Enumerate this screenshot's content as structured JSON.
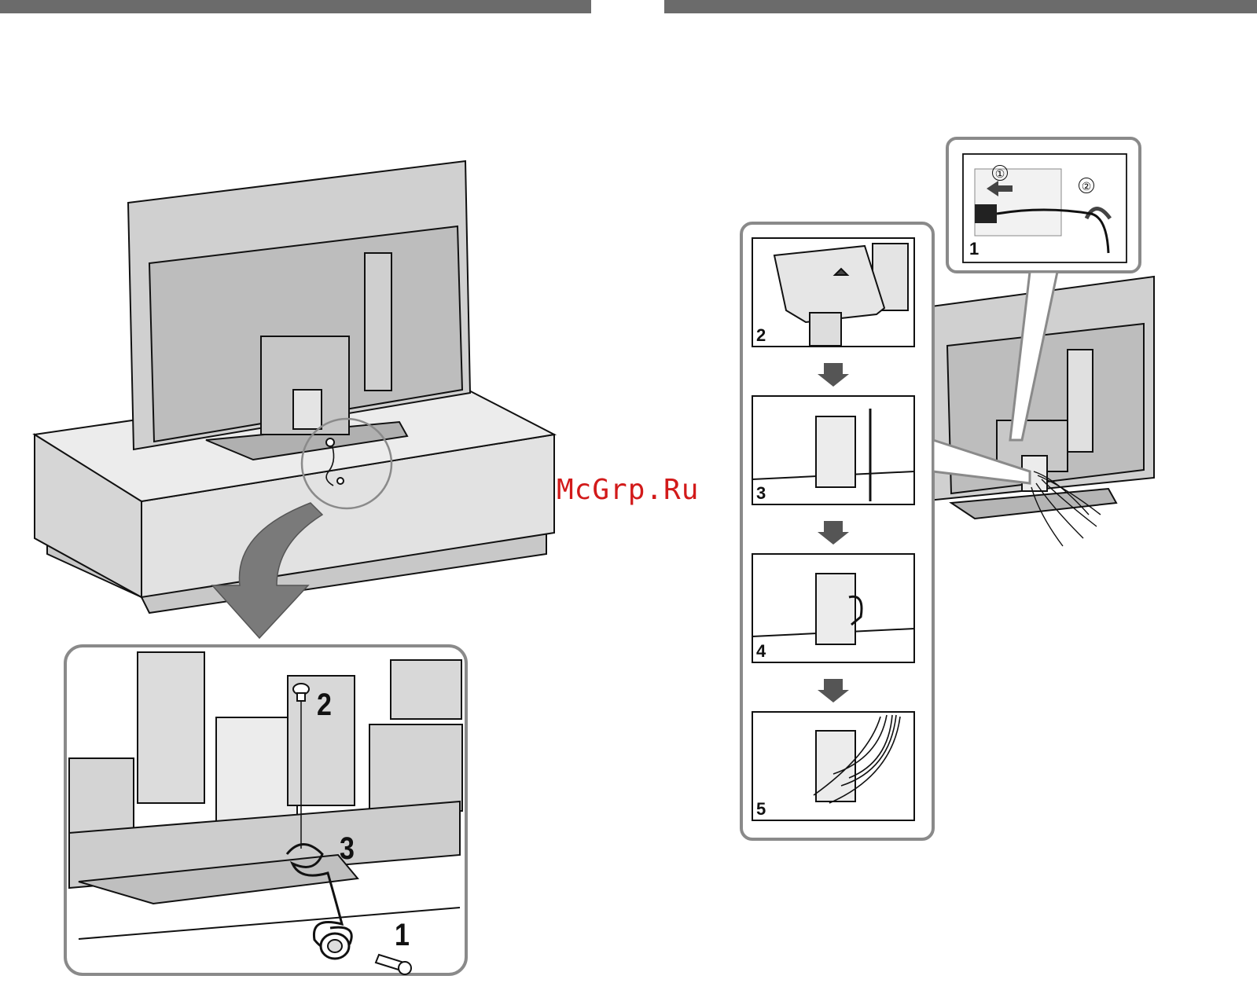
{
  "left_figure": {
    "steps": {
      "one": "1",
      "two": "2",
      "three": "3"
    }
  },
  "right_figure": {
    "inset_step": "1",
    "inset_circled": {
      "first": "①",
      "second": "②"
    },
    "panel_steps": [
      "2",
      "3",
      "4",
      "5"
    ]
  },
  "watermark": {
    "text": "McGrp.Ru"
  },
  "colors": {
    "rule": "#6b6b6b",
    "panel_border": "#8a8a8a",
    "tv_fill": "#d9d9d9",
    "watermark": "#d21a1a"
  }
}
